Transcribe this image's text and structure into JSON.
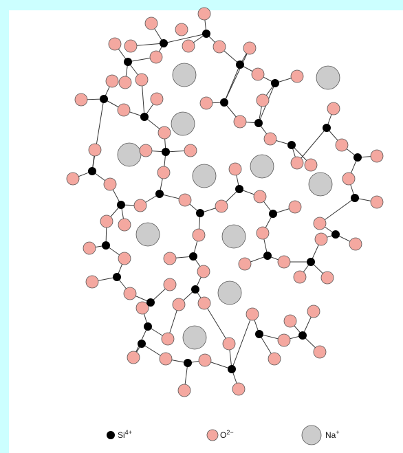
{
  "legend": {
    "si": {
      "symbol": "Si",
      "charge": "4+"
    },
    "o": {
      "symbol": "O",
      "charge": "2−"
    },
    "na": {
      "symbol": "Na",
      "charge": "+"
    }
  },
  "colors": {
    "background": "#ccffff",
    "panel": "#ffffff",
    "silicon": "#000000",
    "oxygen": "#f4a8a0",
    "sodium": "#cccccc",
    "outline": "#555555"
  }
}
